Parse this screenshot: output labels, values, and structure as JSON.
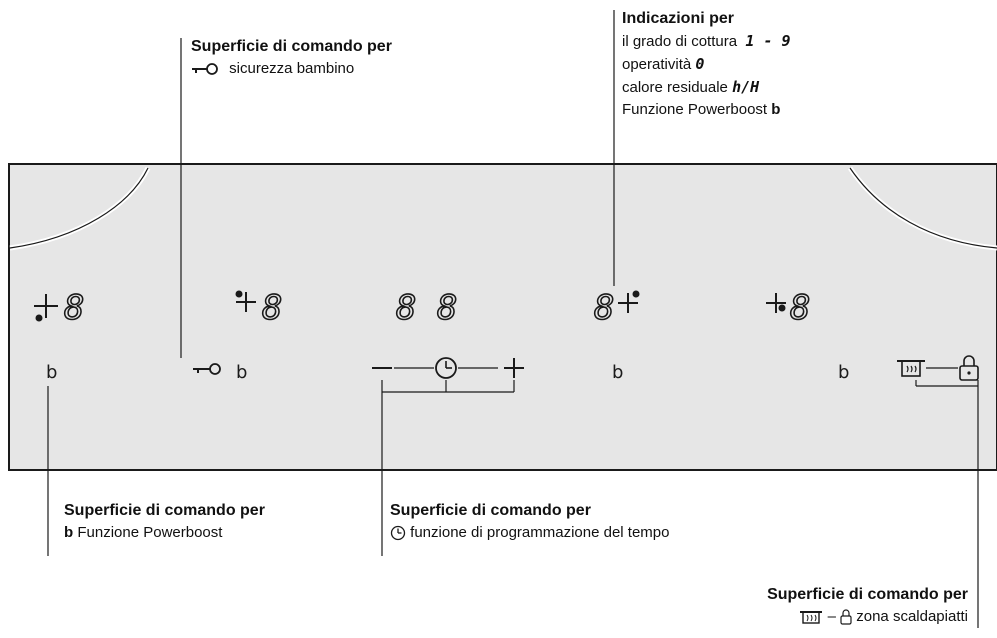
{
  "colors": {
    "panel": "#e6e6e6",
    "stroke": "#1a1a1a",
    "text": "#111111"
  },
  "panel": {
    "zones": [
      {
        "display": "8",
        "powerboost": "b"
      },
      {
        "display": "8",
        "powerboost": "b"
      },
      {
        "display": "8 8"
      },
      {
        "display": "8",
        "powerboost": "b"
      },
      {
        "display": "8",
        "powerboost": "b"
      }
    ],
    "timer_minus": "–",
    "timer_plus": "+"
  },
  "callouts": {
    "child_lock": {
      "title": "Superficie di comando per",
      "text": "sicurezza bambino",
      "icon": "key-icon"
    },
    "indications": {
      "title": "Indicazioni per",
      "line1_text": "il grado di cottura",
      "line1_range": "1 - 9",
      "line2_text": "operatività",
      "line2_symbol": "0",
      "line3_text": "calore residuale",
      "line3_symbol": "h/H",
      "line4_text": "Funzione Powerboost",
      "line4_symbol": "b"
    },
    "powerboost": {
      "title": "Superficie di comando per",
      "symbol": "b",
      "text": "Funzione Powerboost"
    },
    "timer": {
      "title": "Superficie di comando per",
      "text": "funzione di programmazione del tempo",
      "icon": "clock-icon"
    },
    "warming": {
      "title": "Superficie di comando per",
      "sep": "–",
      "text": "zona scaldapiatti",
      "icons": [
        "plate-warmer-icon",
        "lock-icon"
      ]
    }
  }
}
